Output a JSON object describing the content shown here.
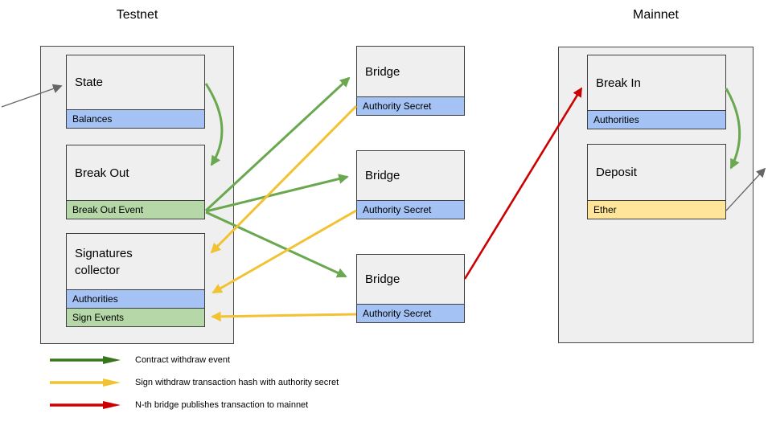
{
  "headers": {
    "testnet": "Testnet",
    "mainnet": "Mainnet"
  },
  "testnet": {
    "state": {
      "title": "State",
      "bar": "Balances"
    },
    "break_out": {
      "title": "Break Out",
      "bar": "Break Out Event"
    },
    "signatures_collector": {
      "title": "Signatures collector",
      "bar_authorities": "Authorities",
      "bar_sign_events": "Sign Events"
    }
  },
  "bridges": [
    {
      "title": "Bridge",
      "bar": "Authority Secret"
    },
    {
      "title": "Bridge",
      "bar": "Authority Secret"
    },
    {
      "title": "Bridge",
      "bar": "Authority Secret"
    }
  ],
  "mainnet": {
    "break_in": {
      "title": "Break In",
      "bar": "Authorities"
    },
    "deposit": {
      "title": "Deposit",
      "bar": "Ether"
    }
  },
  "legend": [
    {
      "label": "Contract withdraw event",
      "color": "#38761d"
    },
    {
      "label": "Sign withdraw transaction hash with authority secret",
      "color": "#f1c232"
    },
    {
      "label": "N-th bridge publishes transaction to mainnet",
      "color": "#cc0000"
    }
  ],
  "colors": {
    "node_fill": "#efefef",
    "node_border": "#3f3f3f",
    "blue_bar": "#a4c2f4",
    "green_bar": "#b6d7a8",
    "yellow_bar": "#ffe599",
    "green_arrow": "#6aa84f",
    "yellow_arrow": "#f1c232",
    "red_arrow": "#cc0000",
    "gray_arrow": "#666666",
    "legend_green": "#38761d"
  },
  "edges": [
    {
      "from": "external-left",
      "to": "state",
      "type": "gray"
    },
    {
      "from": "state",
      "to": "break-out",
      "type": "green"
    },
    {
      "from": "break-out-event",
      "to": "bridge-1",
      "type": "green"
    },
    {
      "from": "break-out-event",
      "to": "bridge-2",
      "type": "green"
    },
    {
      "from": "break-out-event",
      "to": "bridge-3",
      "type": "green"
    },
    {
      "from": "bridge-1-authority-secret",
      "to": "signatures-collector",
      "type": "yellow"
    },
    {
      "from": "bridge-2-authority-secret",
      "to": "signatures-collector-authorities",
      "type": "yellow"
    },
    {
      "from": "bridge-3-authority-secret",
      "to": "signatures-collector-sign-events",
      "type": "yellow"
    },
    {
      "from": "bridge-3",
      "to": "break-in",
      "type": "red"
    },
    {
      "from": "break-in",
      "to": "deposit",
      "type": "green"
    },
    {
      "from": "deposit-ether",
      "to": "external-right",
      "type": "gray"
    }
  ]
}
